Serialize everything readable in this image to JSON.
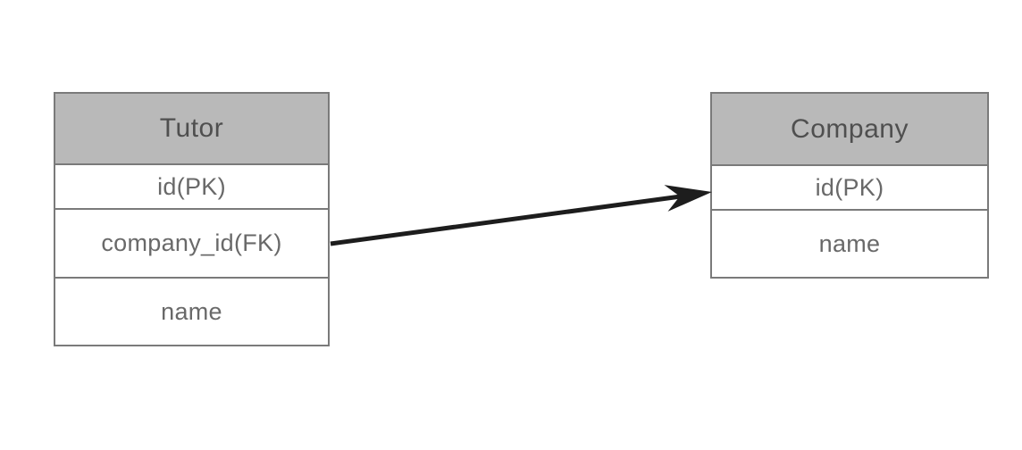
{
  "diagram": {
    "entities": [
      {
        "title": "Tutor",
        "rows": [
          "id(PK)",
          "company_id(FK)",
          "name"
        ]
      },
      {
        "title": "Company",
        "rows": [
          "id(PK)",
          "name"
        ]
      }
    ],
    "relationship": {
      "from_entity": "Tutor",
      "from_row": "company_id(FK)",
      "to_entity": "Company",
      "to_row": "id(PK)",
      "style": "solid-arrow"
    }
  },
  "colors": {
    "canvas_bg": "#ffffff",
    "header_fill": "#b9b9b9",
    "border_color": "#7a7a7a",
    "header_text": "#4f4f4f",
    "row_text": "#696969",
    "row_fill": "#ffffff",
    "arrow_color": "#1d1d1d"
  }
}
